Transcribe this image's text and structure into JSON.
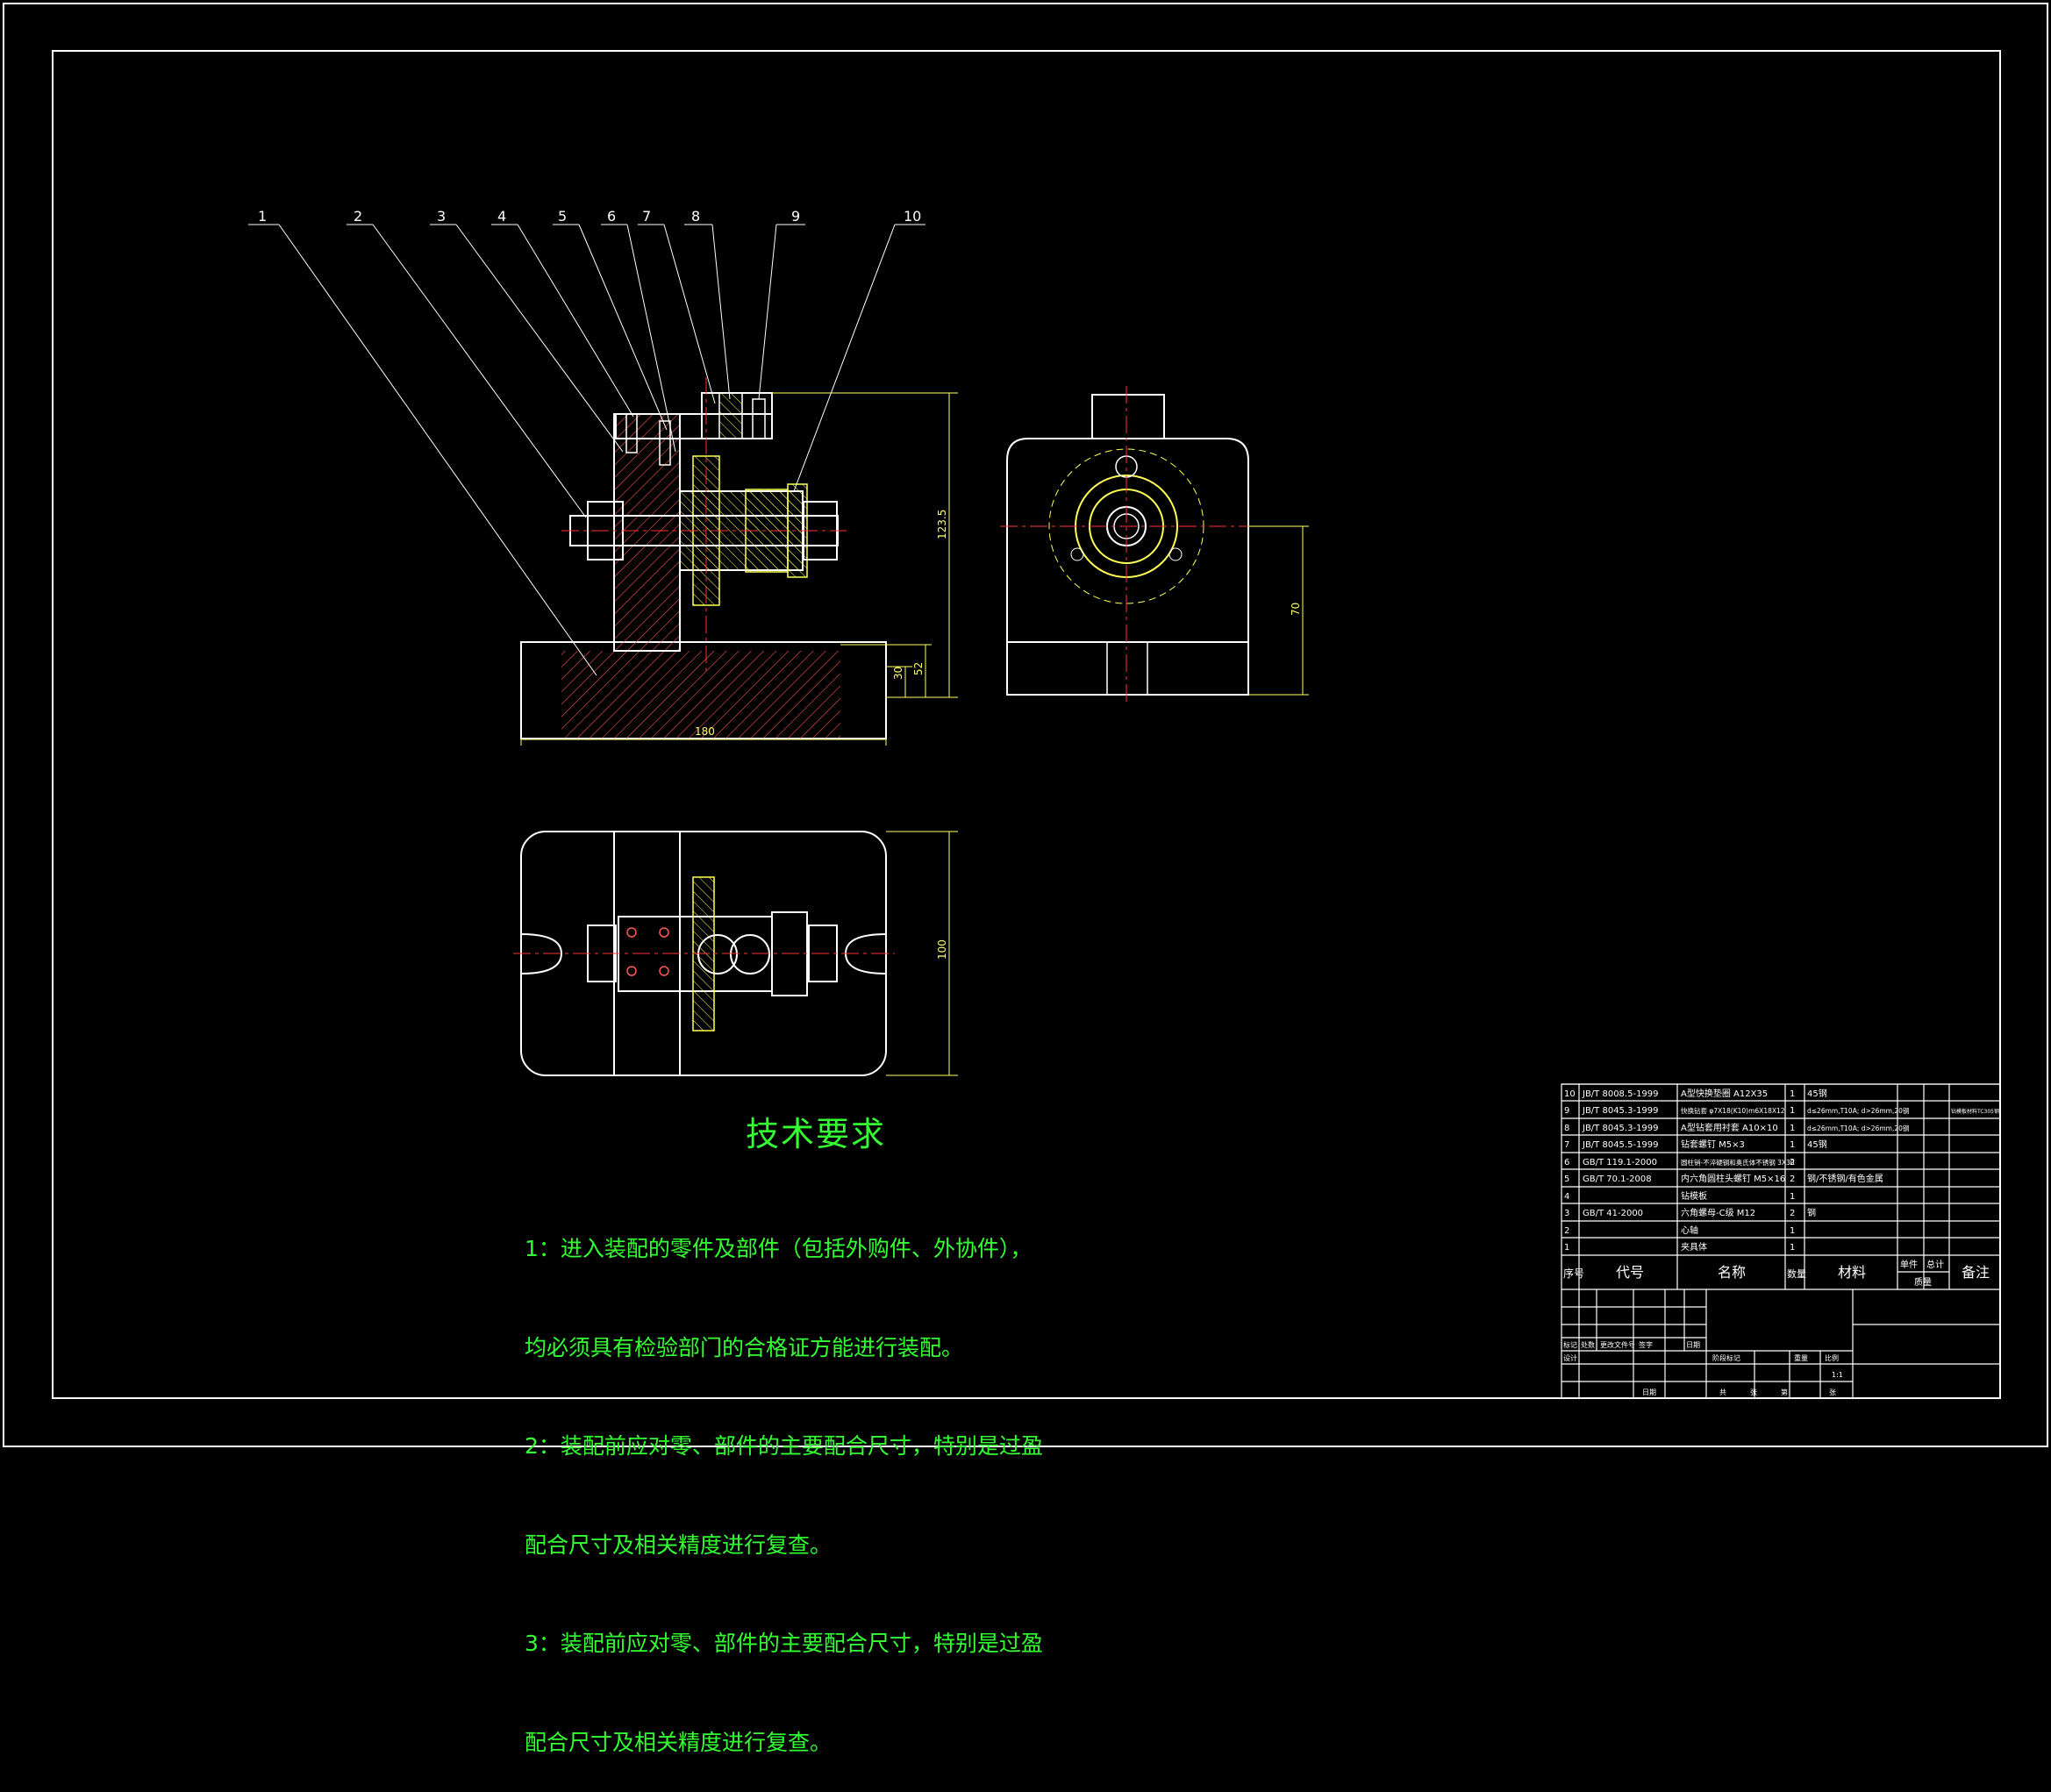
{
  "balloons": [
    "1",
    "2",
    "3",
    "4",
    "5",
    "6",
    "7",
    "8",
    "9",
    "10"
  ],
  "dimensions": {
    "height_main": "123.5",
    "base_w": "180",
    "h30": "30",
    "h52": "52",
    "side_h": "70",
    "top_w": "100"
  },
  "tech_req": {
    "title": "技术要求",
    "lines": [
      "1：进入装配的零件及部件（包括外购件、外协件），",
      "均必须具有检验部门的合格证方能进行装配。",
      "2：装配前应对零、部件的主要配合尺寸，特别是过盈",
      "配合尺寸及相关精度进行复查。",
      "3：装配前应对零、部件的主要配合尺寸，特别是过盈",
      "配合尺寸及相关精度进行复查。"
    ]
  },
  "bom": {
    "rows": [
      {
        "no": "10",
        "code": "JB/T 8008.5-1999",
        "name": "A型快换垫圈 A12X35",
        "qty": "1",
        "material": "45钢",
        "note": ""
      },
      {
        "no": "9",
        "code": "JB/T 8045.3-1999",
        "name": "快换钻套 φ7X18(K10)m6X18X12",
        "qty": "1",
        "material": "d≤26mm,T10A; d>26mm,20钢",
        "note": "钻模板材料TC305钢"
      },
      {
        "no": "8",
        "code": "JB/T 8045.3-1999",
        "name": "A型钻套用衬套 A10×10",
        "qty": "1",
        "material": "d≤26mm,T10A; d>26mm,20钢",
        "note": ""
      },
      {
        "no": "7",
        "code": "JB/T 8045.5-1999",
        "name": "钻套螺钉 M5×3",
        "qty": "1",
        "material": "45钢",
        "note": ""
      },
      {
        "no": "6",
        "code": "GB/T 119.1-2000",
        "name": "圆柱销-不淬硬钢和奥氏体不锈钢 3X30",
        "qty": "2",
        "material": "",
        "note": ""
      },
      {
        "no": "5",
        "code": "GB/T 70.1-2008",
        "name": "内六角圆柱头螺钉 M5×16",
        "qty": "2",
        "material": "钢/不锈钢/有色金属",
        "note": ""
      },
      {
        "no": "4",
        "code": "",
        "name": "钻模板",
        "qty": "1",
        "material": "",
        "note": ""
      },
      {
        "no": "3",
        "code": "GB/T 41-2000",
        "name": "六角螺母-C级 M12",
        "qty": "2",
        "material": "钢",
        "note": ""
      },
      {
        "no": "2",
        "code": "",
        "name": "心轴",
        "qty": "1",
        "material": "",
        "note": ""
      },
      {
        "no": "1",
        "code": "",
        "name": "夹具体",
        "qty": "1",
        "material": "",
        "note": ""
      }
    ],
    "headers": {
      "no": "序号",
      "code": "代号",
      "name": "名称",
      "qty": "数量",
      "material": "材料",
      "unit": "单件",
      "total": "总计",
      "weight": "质量",
      "note": "备注"
    }
  },
  "title_block": {
    "rev_labels": [
      "标记",
      "处数",
      "更改文件号",
      "签字",
      "日期"
    ],
    "design": "设计",
    "stage_headers": [
      "阶段标记",
      "重量",
      "比例"
    ],
    "scale": "1:1",
    "sheet": [
      "共",
      "张",
      "第",
      "张"
    ],
    "date": "日期"
  },
  "colors": {
    "frame": "#ffffff",
    "outline": "#ffffff",
    "hatch": "#ff4444",
    "hidden": "#ffff44",
    "center": "#ff3333",
    "dimension": "#ffff66",
    "text": "#33ff33",
    "table_text": "#ffffff"
  }
}
